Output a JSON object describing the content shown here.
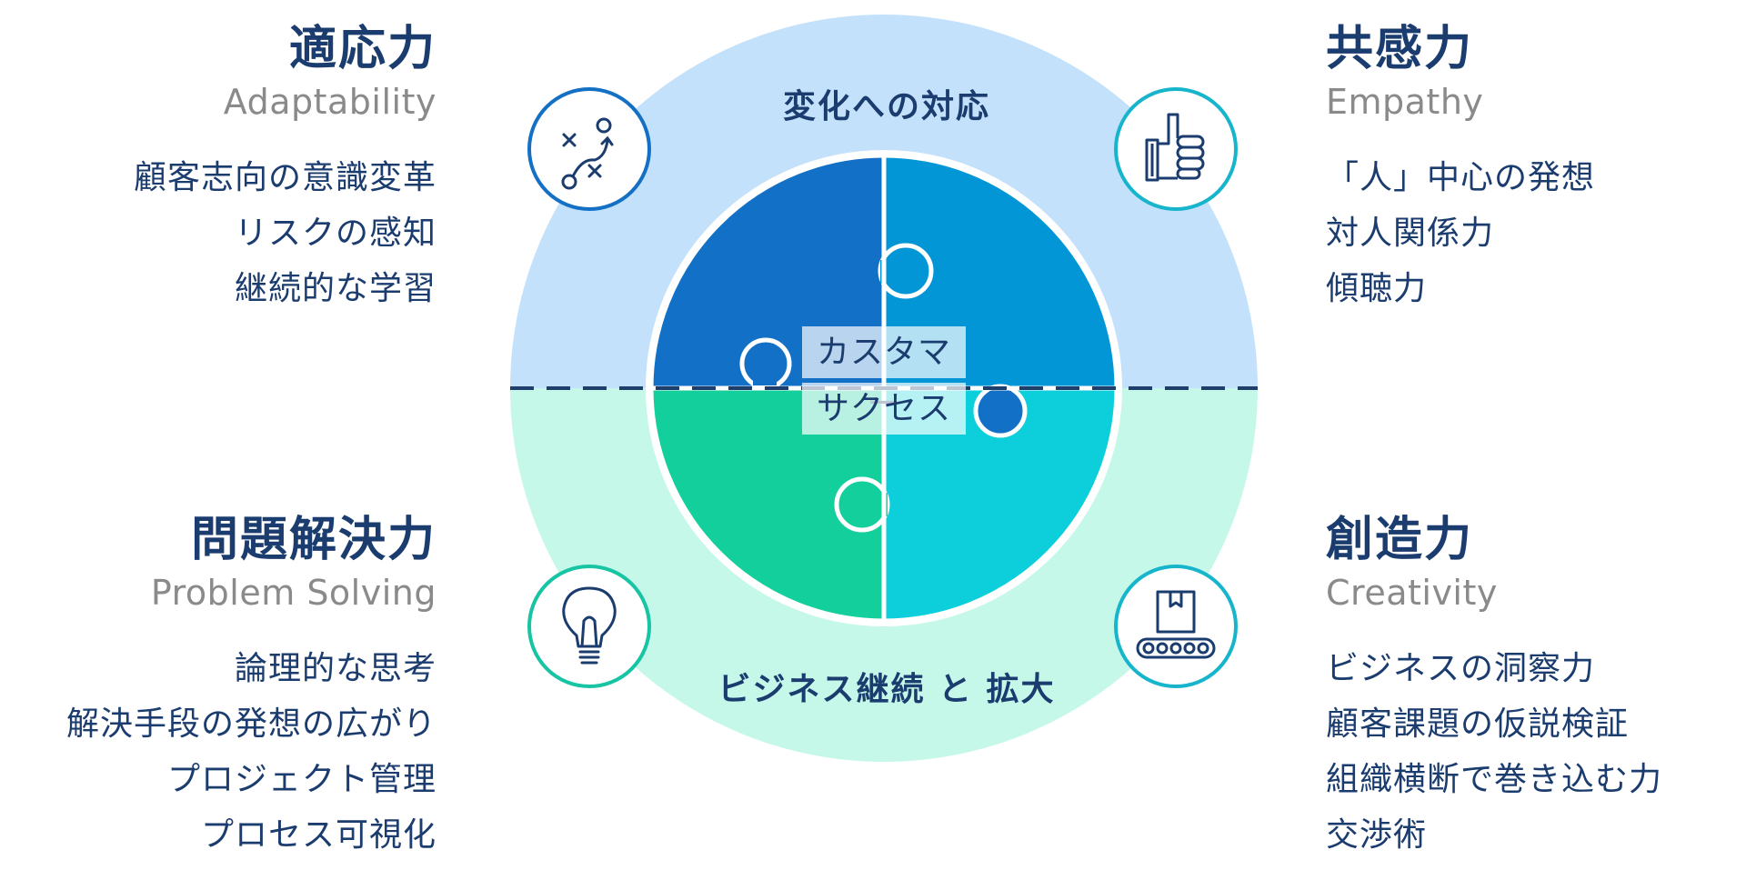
{
  "colors": {
    "title": "#1b3c6e",
    "subtitle": "#8a8a8a",
    "top_half": "#c4e1fb",
    "bottom_half": "#c6f8ea",
    "piece_top_left": "#1270c6",
    "piece_top_right": "#0396d6",
    "piece_bottom_left": "#13cf9c",
    "piece_bottom_right": "#0dcfdb",
    "dashed_line": "#1e3f6b",
    "icon_blue_border": "#1470c4",
    "icon_teal_border": "#17c4a4"
  },
  "quadrants": {
    "adaptability": {
      "title": "適応力",
      "subtitle": "Adaptability",
      "items": [
        "顧客志向の意識変革",
        "リスクの感知",
        "継続的な学習"
      ],
      "icon": "strategy-play-icon"
    },
    "empathy": {
      "title": "共感力",
      "subtitle": "Empathy",
      "items": [
        "「人」中心の発想",
        "対人関係力",
        "傾聴力"
      ],
      "icon": "thumbs-up-icon"
    },
    "problem_solving": {
      "title": "問題解決力",
      "subtitle": "Problem Solving",
      "items": [
        "論理的な思考",
        "解決手段の発想の広がり",
        "プロジェクト管理",
        "プロセス可視化"
      ],
      "icon": "lightbulb-icon"
    },
    "creativity": {
      "title": "創造力",
      "subtitle": "Creativity",
      "items": [
        "ビジネスの洞察力",
        "顧客課題の仮説検証",
        "組織横断で巻き込む力",
        "交渉術"
      ],
      "icon": "conveyor-box-icon"
    }
  },
  "diagram": {
    "top_label": "変化への対応",
    "bottom_label": "ビジネス継続 と 拡大",
    "center_line1": "カスタマー",
    "center_line2": "サクセス"
  }
}
